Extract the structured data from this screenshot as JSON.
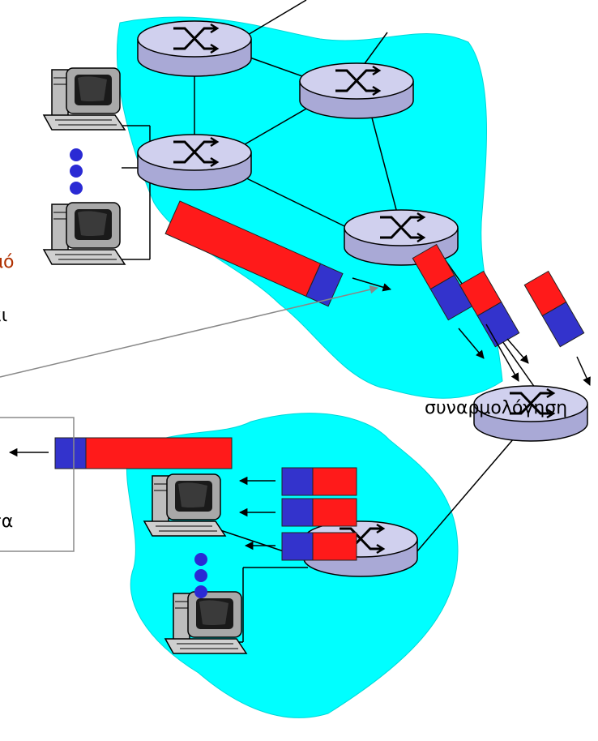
{
  "labels": {
    "fragment_word": "σμό",
    "body_word": "ται",
    "reassembly": "συναρμολόγηση",
    "packets_word": "ατα"
  },
  "colors": {
    "network_cloud": "#00ffff",
    "router_fill": "#c4c4e6",
    "packet_header": "#3333cc",
    "packet_payload": "#ff1a1a",
    "highlight_text": "#b03000",
    "arrow": "#000000",
    "pointer_line": "#888888"
  },
  "icons": {
    "router": "router-icon",
    "host": "desktop-computer-icon",
    "ellipsis": "vertical-dots-icon"
  }
}
